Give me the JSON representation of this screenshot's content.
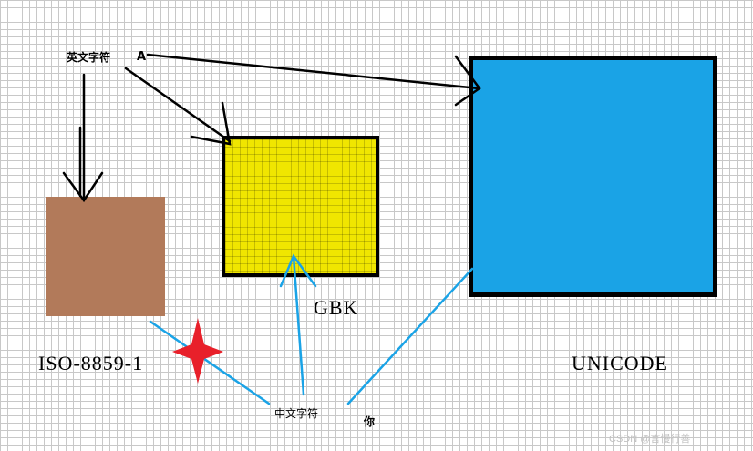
{
  "diagram": {
    "labels": {
      "english_chars": "英文字符",
      "letter_a": "A",
      "chinese_chars": "中文字符",
      "ni": "你",
      "gbk": "GBK",
      "iso": "ISO-8859-1",
      "unicode": "UNICODE",
      "watermark": "CSDN @言慢行善"
    },
    "colors": {
      "iso_box": "#b27a5a",
      "gbk_box": "#f0e600",
      "unicode_box": "#1aa3e6",
      "arrow_black": "#000000",
      "arrow_blue": "#1aa3e6",
      "star": "#e8202a"
    },
    "icons": {
      "star": "red-four-point-star-icon"
    }
  }
}
